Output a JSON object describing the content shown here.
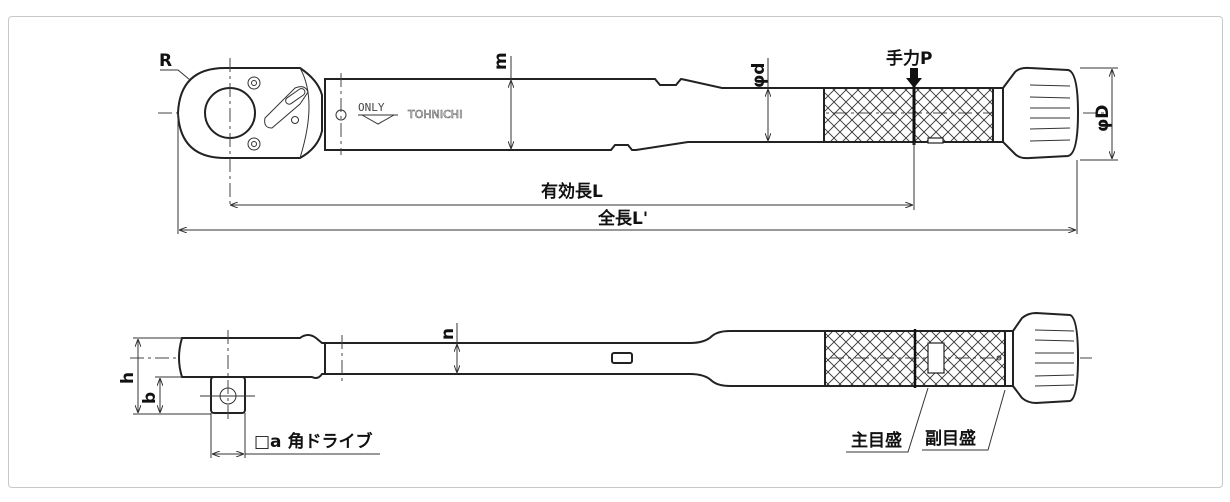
{
  "top_view": {
    "radius_label": "R",
    "width_label": "m",
    "tube_diameter_label": "φd",
    "hand_force_label": "手力P",
    "cap_diameter_label": "φD",
    "effective_length_label": "有効長L",
    "total_length_label": "全長L'",
    "direction_marking": "ONLY",
    "brand_marking": "TOHNICHI"
  },
  "side_view": {
    "height_label": "h",
    "drive_height_label": "b",
    "thickness_label": "n",
    "drive_label": "□a 角ドライブ",
    "main_scale_label": "主目盛",
    "sub_scale_label": "副目盛"
  }
}
